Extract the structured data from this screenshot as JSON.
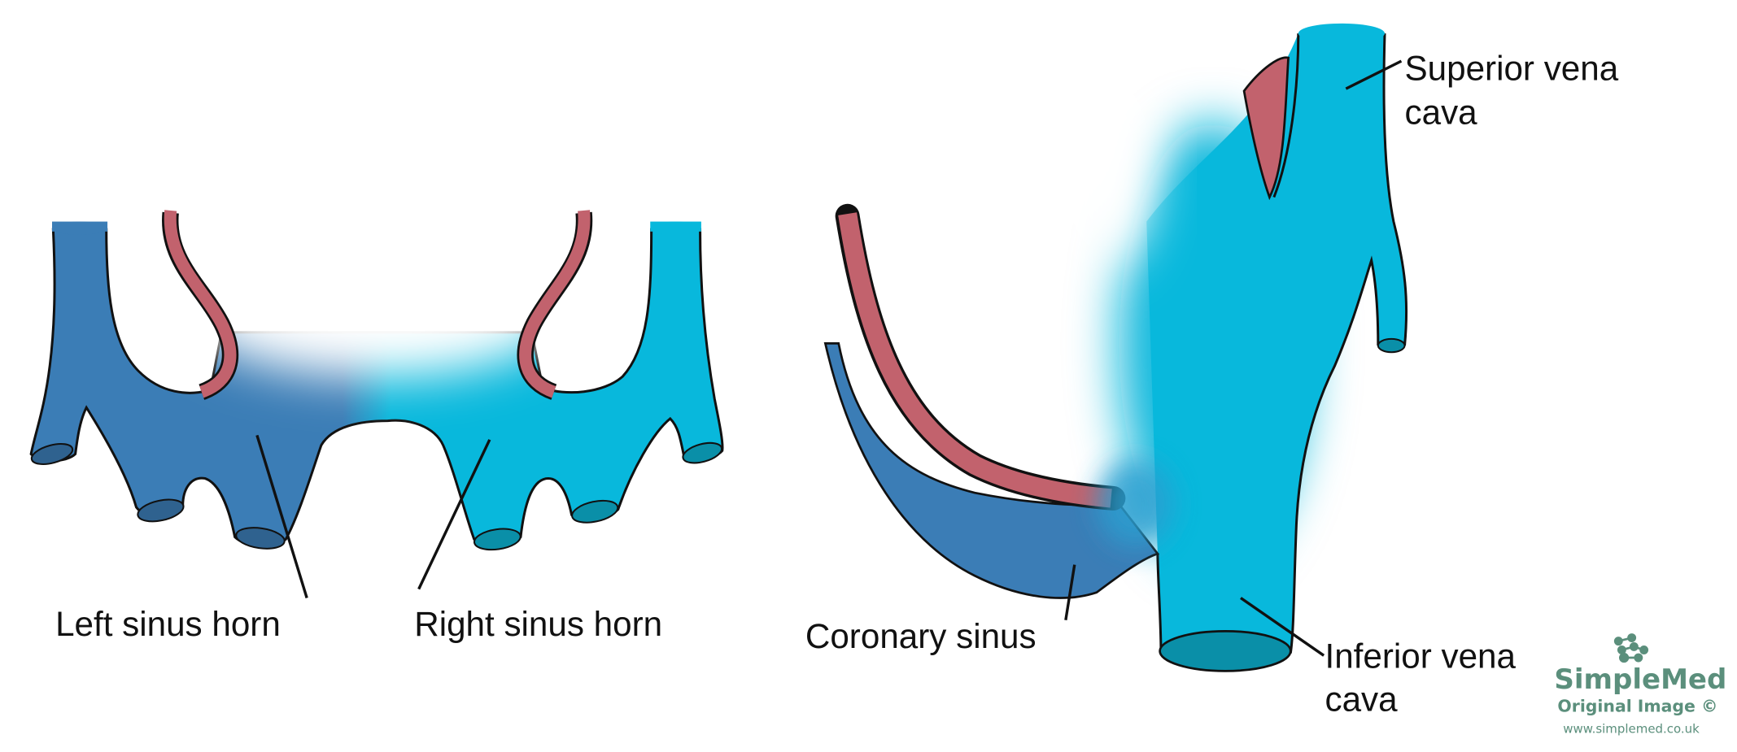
{
  "labels": {
    "left_sinus_horn": "Left sinus horn",
    "right_sinus_horn": "Right sinus horn",
    "coronary_sinus": "Coronary sinus",
    "superior_vena_cava_line1": "Superior vena",
    "superior_vena_cava_line2": "cava",
    "inferior_vena_cava_line1": "Inferior vena",
    "inferior_vena_cava_line2": "cava"
  },
  "watermark": {
    "brand": "SimpleMed",
    "subtitle": "Original Image ©",
    "url": "www.simplemed.co.uk"
  },
  "colors": {
    "left_horn_blue": "#3b7db6",
    "right_horn_cyan": "#08b8dc",
    "artery_red": "#c2626d",
    "cap_dark_blue": "#2f628f",
    "cap_dark_cyan": "#0a8fa8",
    "logo_green": "#5b8f7c"
  }
}
